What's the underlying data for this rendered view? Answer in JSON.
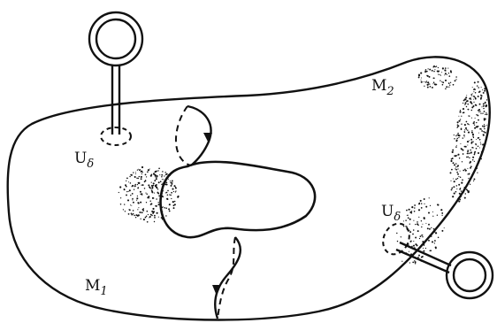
{
  "labels": {
    "m1": {
      "main": "M",
      "sub": "1"
    },
    "m2": {
      "main": "M",
      "sub": "2"
    },
    "u_left": {
      "main": "U",
      "sub": "δ"
    },
    "u_right": {
      "main": "U",
      "sub": "δ"
    }
  },
  "colors": {
    "ink": "#111111",
    "paper": "#ffffff"
  }
}
